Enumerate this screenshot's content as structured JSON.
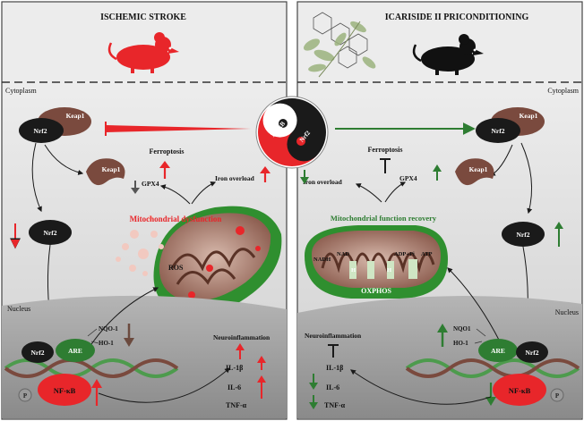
{
  "left": {
    "title": "ISCHEMIC STROKE",
    "cytoplasm": "Cytoplasm",
    "nucleus": "Nucleus",
    "keap1_bound": "Keap1",
    "nrf2_bound": "Nrf2",
    "keap1_free": "Keap1",
    "nrf2_free": "Nrf2",
    "ferroptosis": "Ferroptosis",
    "gpx4": "GPX4",
    "iron_overload": "Iron overload",
    "mito": "Mitochondrial dysfunction",
    "ros": "ROS",
    "nqo1": "NQO-1",
    "ho1": "HO-1",
    "nrf2_nuc": "Nrf2",
    "are": "ARE",
    "nfkb": "NF-κB",
    "p": "P",
    "neuroinflammation": "Neuroinflammation",
    "il1b": "IL-1β",
    "il6": "IL-6",
    "tnfa": "TNF-α"
  },
  "right": {
    "title": "ICARISIDE II PRICONDITIONING",
    "cytoplasm": "Cytoplasm",
    "nucleus": "Nucleus",
    "keap1_bound": "Keap1",
    "nrf2_bound": "Nrf2",
    "keap1_free": "Keap1",
    "nrf2_free": "Nrf2",
    "ferroptosis": "Ferroptosis",
    "gpx4": "GPX4",
    "iron_overload": "Iron overload",
    "mito": "Mitochondrial function recovery",
    "nadh": "NADH",
    "nad": "NAD",
    "h1": "H",
    "h2": "H",
    "adp": "ADP+Pi",
    "atp": "ATP",
    "oxphos": "OXPHOS",
    "nqo1": "NQO1",
    "ho1": "HO-1",
    "nrf2_nuc": "Nrf2",
    "are": "ARE",
    "nfkb": "NF-κB",
    "p": "P",
    "neuroinflammation": "Neuroinflammation",
    "il1b": "IL-1β",
    "il6": "IL-6",
    "tnfa": "TNF-α"
  },
  "yinyang": {
    "nfkb": "NF-κB",
    "nrf2": "Nrf2"
  },
  "colors": {
    "red": "#e8262a",
    "green": "#2e7d32",
    "dark": "#1a1a1a",
    "keap1": "#7a4a3e",
    "gray_bg": "#dcdcdc",
    "nucleus": "#9c9c9c"
  }
}
